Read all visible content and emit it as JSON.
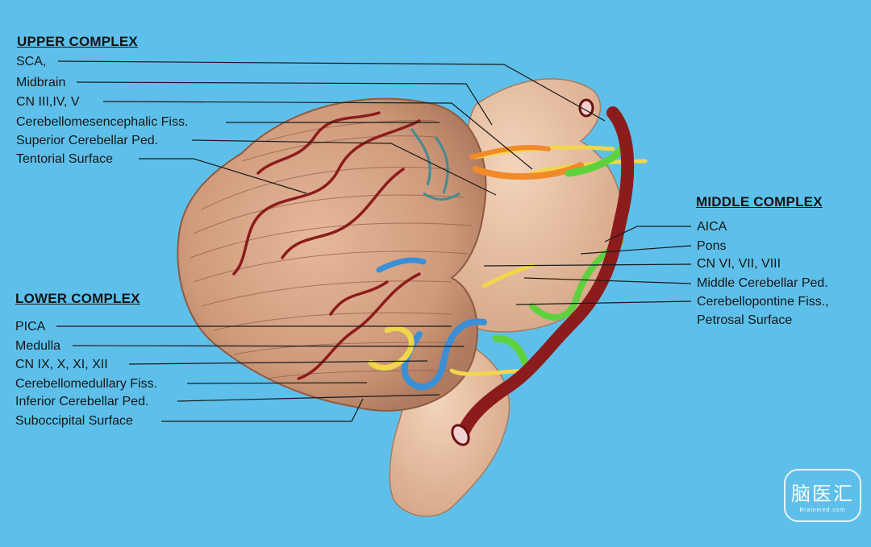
{
  "upper_complex": {
    "heading": "UPPER COMPLEX",
    "labels": [
      "SCA,",
      "Midbrain",
      "CN III,IV, V",
      "Cerebellomesencephalic Fiss.",
      "Superior Cerebellar Ped.",
      "Tentorial Surface"
    ]
  },
  "middle_complex": {
    "heading": "MIDDLE COMPLEX",
    "labels": [
      "AICA",
      "Pons",
      "CN VI, VII, VIII",
      "Middle Cerebellar Ped.",
      "Cerebellopontine Fiss.,",
      "Petrosal Surface"
    ]
  },
  "lower_complex": {
    "heading": "LOWER COMPLEX",
    "labels": [
      "PICA",
      "Medulla",
      "CN IX, X, XI, XII",
      "Cerebellomedullary Fiss.",
      "Inferior Cerebellar Ped.",
      "Suboccipital Surface"
    ]
  },
  "watermark": {
    "main": "脑医汇",
    "sub": "Brainmed.com"
  },
  "colors": {
    "background": "#5ec0ea",
    "cerebellum": "#d9a98c",
    "brainstem": "#e9c3a6",
    "artery": "#8c1c1c",
    "sca_upper": "#f08a2a",
    "aica_green": "#5fd13e",
    "pica_blue": "#3a8fd6",
    "nerve_yellow": "#f2d64a",
    "leader_line": "#1a1a1a"
  }
}
